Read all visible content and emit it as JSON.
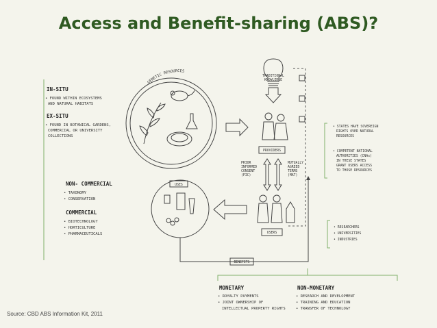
{
  "title": "Access and Benefit-sharing (ABS)?",
  "source": "Source: CBD ABS Information Kit, 2011",
  "diagram": {
    "genetic_resources": "GENETIC RESOURCES",
    "traditional_knowledge": [
      "TRADITIONAL",
      "KNOWLEDGE"
    ],
    "in_situ": {
      "heading": "IN-SITU",
      "lines": [
        "• FOUND WITHIN ECOSYSTEMS",
        "AND NATURAL HABITATS"
      ]
    },
    "ex_situ": {
      "heading": "EX-SITU",
      "lines": [
        "• FOUND IN BOTANICAL GARDENS,",
        "COMMERCIAL OR UNIVERSITY",
        "COLLECTIONS"
      ]
    },
    "providers": "PROVIDERS",
    "states": [
      "• STATES HAVE SOVEREIGN",
      "RIGHTS OVER NATURAL",
      "RESOURCES"
    ],
    "cnas": [
      "• COMPETENT NATIONAL",
      "AUTHORITIES (CNAs)",
      "IN THESE STATES",
      "GRANT USERS ACCESS",
      "TO THOSE RESOURCES"
    ],
    "pic": [
      "PRIOR",
      "INFORMED",
      "CONSENT",
      "(PIC)"
    ],
    "mat": [
      "MUTUALLY",
      "AGREED",
      "TERMS",
      "(MAT)"
    ],
    "uses": "USES",
    "non_commercial": {
      "heading": "NON- COMMERCIAL",
      "lines": [
        "• TAXONOMY",
        "• CONSERVATION"
      ]
    },
    "commercial": {
      "heading": "COMMERCIAL",
      "lines": [
        "• BIOTECHNOLOGY",
        "• HORTICULTURE",
        "• PHARMACEUTICALS"
      ]
    },
    "users": "USERS",
    "user_types": [
      "• RESEARCHERS",
      "• UNIVERSITIES",
      "• INDUSTRIES"
    ],
    "benefits": "BENEFITS",
    "monetary": {
      "heading": "MONETARY",
      "lines": [
        "• ROYALTY PAYMENTS",
        "• JOINT OWNERSHIP OF",
        "INTELLECTUAL PROPERTY RIGHTS"
      ]
    },
    "non_monetary": {
      "heading": "NON-MONETARY",
      "lines": [
        "• RESEARCH AND DEVELOPMENT",
        "• TRAINING AND EDUCATION",
        "• TRANSFER OF TECHNOLOGY"
      ]
    }
  }
}
